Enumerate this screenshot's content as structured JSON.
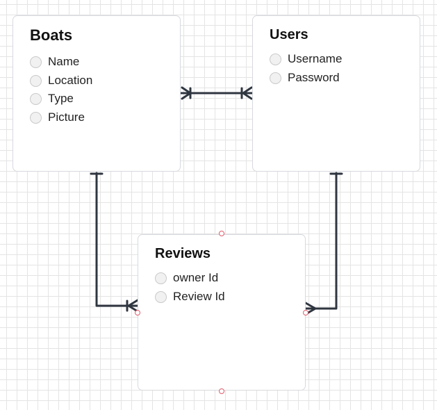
{
  "entities": {
    "boats": {
      "title": "Boats",
      "fields": [
        "Name",
        "Location",
        "Type",
        "Picture"
      ]
    },
    "users": {
      "title": "Users",
      "fields": [
        "Username",
        "Password"
      ]
    },
    "reviews": {
      "title": "Reviews",
      "fields": [
        "owner Id",
        "Review Id"
      ]
    }
  },
  "relationships": [
    {
      "from": "boats",
      "to": "users",
      "from_end": "one-or-many",
      "to_end": "one-or-many"
    },
    {
      "from": "boats",
      "to": "reviews",
      "from_end": "one",
      "to_end": "one-or-many"
    },
    {
      "from": "users",
      "to": "reviews",
      "from_end": "one",
      "to_end": "many"
    }
  ],
  "colors": {
    "connector": "#2f3640",
    "card_border": "#d7d9de",
    "grid": "#e4e4e4",
    "selection_handle": "#e05c6b"
  }
}
